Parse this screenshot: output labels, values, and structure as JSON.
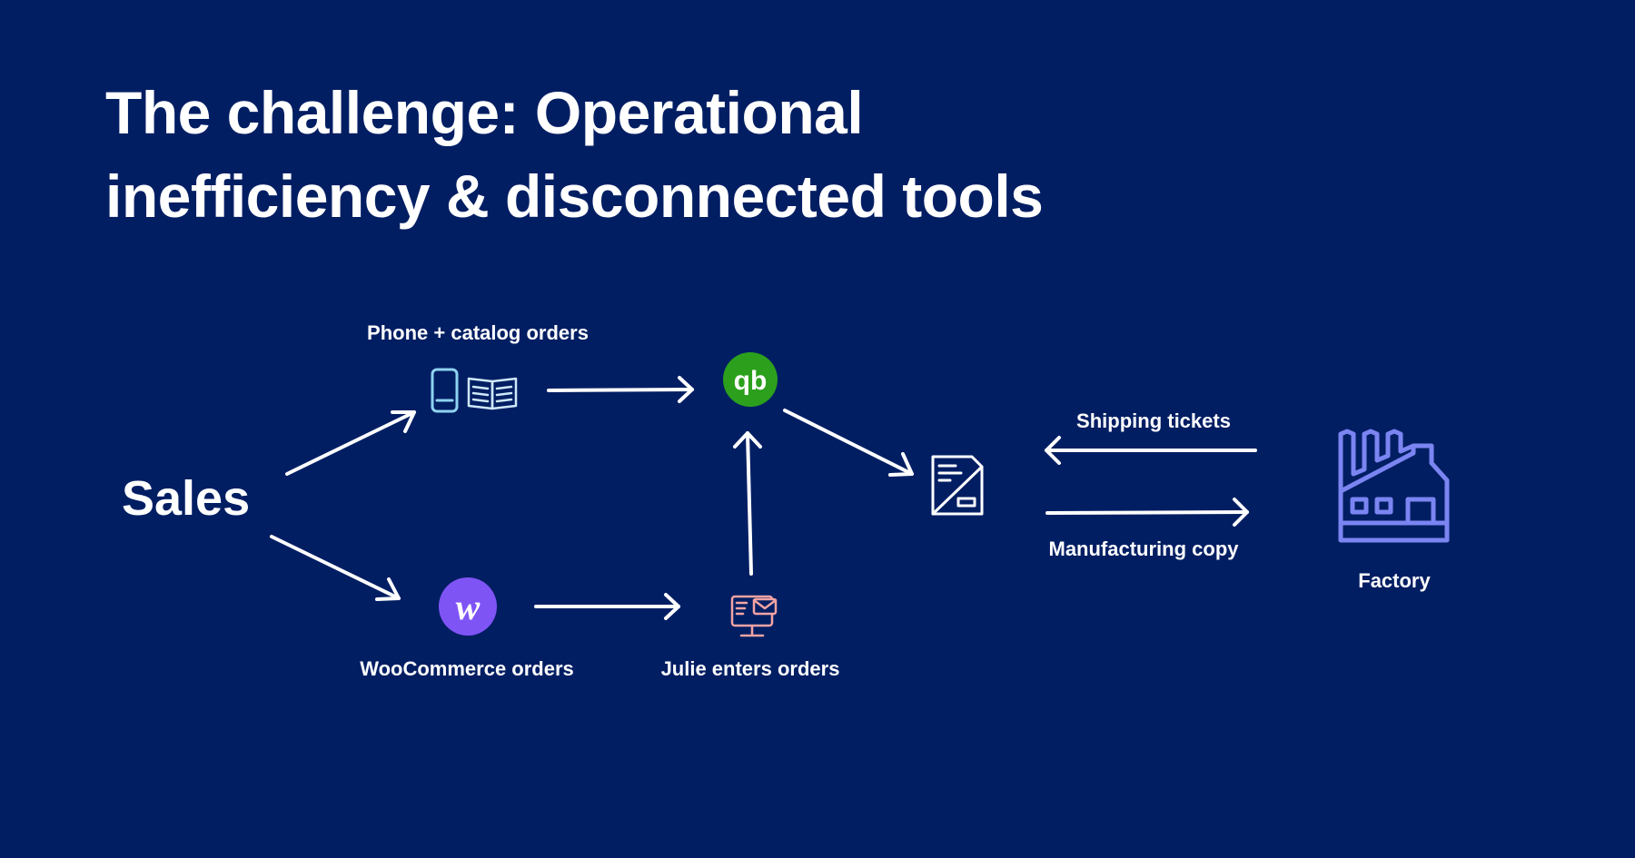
{
  "title": {
    "line1": "The challenge: Operational",
    "line2": "inefficiency & disconnected tools"
  },
  "nodes": {
    "sales": "Sales",
    "phone_catalog": "Phone + catalog orders",
    "woocommerce": "WooCommerce orders",
    "julie": "Julie enters orders",
    "shipping": "Shipping tickets",
    "manufacturing": "Manufacturing copy",
    "factory": "Factory",
    "quickbooks_logo": "qb",
    "woo_logo": "w"
  },
  "colors": {
    "background": "#021e63",
    "text": "#ffffff",
    "arrow": "#ffffff",
    "quickbooks": "#2ca01c",
    "woocommerce": "#7f54f5",
    "julie_icon": "#f4a3a3",
    "phone_icon": "#8fd3f0",
    "factory_icon": "#7b85f2"
  },
  "icons": {
    "phone": "phone-icon",
    "catalog": "catalog-book-icon",
    "quickbooks": "quickbooks-logo-icon",
    "woocommerce": "woocommerce-logo-icon",
    "julie": "computer-email-icon",
    "document": "document-icon",
    "factory": "factory-icon"
  }
}
